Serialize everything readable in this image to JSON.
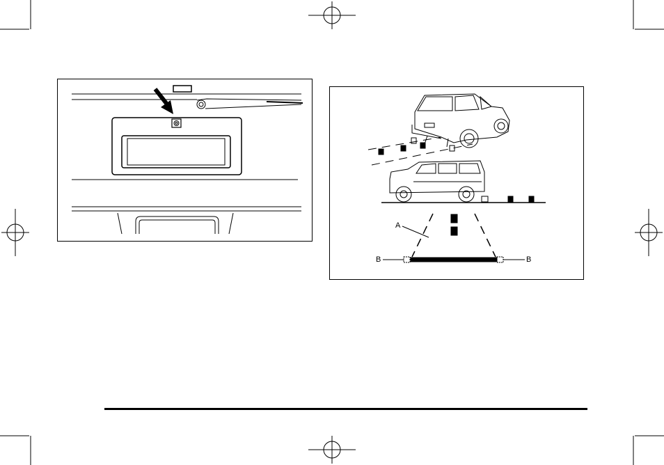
{
  "figure_right": {
    "callout_a": "A",
    "callout_b_left": "B",
    "callout_b_right": "B"
  }
}
